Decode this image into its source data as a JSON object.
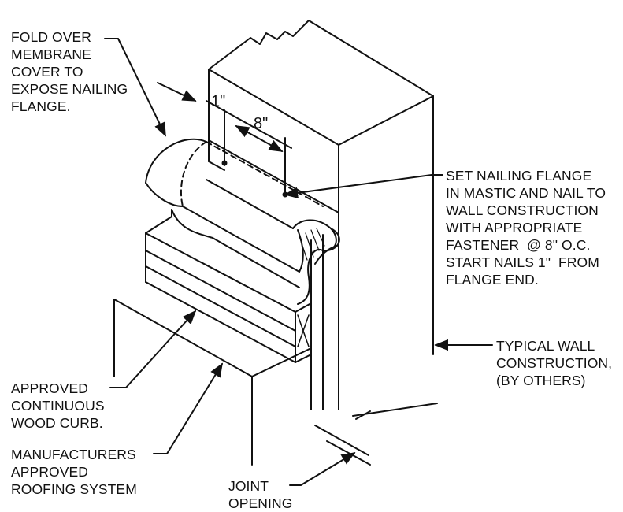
{
  "labels": {
    "fold_over": "FOLD OVER\nMEMBRANE\nCOVER TO\nEXPOSE NAILING\nFLANGE.",
    "set_nailing": "SET NAILING FLANGE\nIN MASTIC AND NAIL TO\nWALL CONSTRUCTION\nWITH APPROPRIATE\nFASTENER  @ 8\" O.C.\nSTART NAILS 1\"  FROM\nFLANGE END.",
    "typical_wall": "TYPICAL WALL\nCONSTRUCTION,\n(BY OTHERS)",
    "wood_curb": "APPROVED\nCONTINUOUS\nWOOD CURB.",
    "roofing_system": "MANUFACTURERS\nAPPROVED\nROOFING SYSTEM",
    "joint_opening": "JOINT\nOPENING"
  },
  "dimensions": {
    "one_inch": "1\"",
    "eight_inch": "8\""
  },
  "colors": {
    "line": "#111111",
    "background": "#ffffff"
  }
}
